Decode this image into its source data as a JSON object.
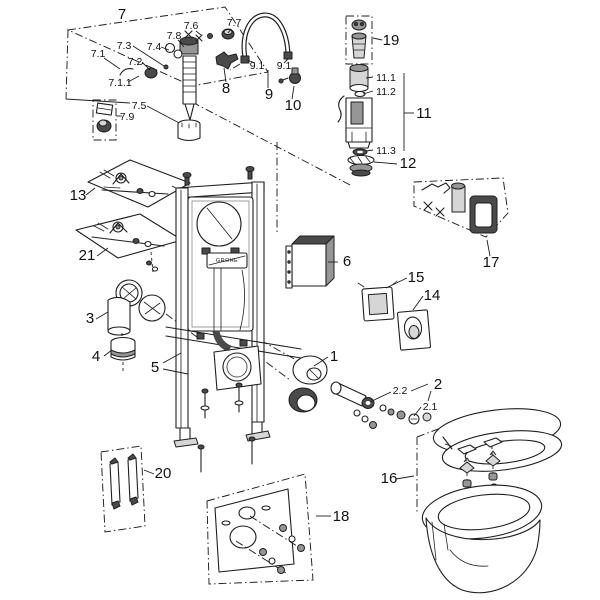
{
  "diagram": {
    "brand_plate": "GROHE",
    "labels": {
      "p7": "7",
      "p7_1": "7.1",
      "p7_1_1": "7.1.1",
      "p7_2": "7.2",
      "p7_3": "7.3",
      "p7_4": "7.4",
      "p7_5": "7.5",
      "p7_6": "7.6",
      "p7_7": "7.7",
      "p7_8": "7.8",
      "p7_9": "7.9",
      "p8": "8",
      "p9": "9",
      "p9_1a": "9.1",
      "p9_1b": "9.1",
      "p10": "10",
      "p19": "19",
      "p11": "11",
      "p11_1": "11.1",
      "p11_2": "11.2",
      "p11_3": "11.3",
      "p12": "12",
      "p13": "13",
      "p21": "21",
      "p3": "3",
      "p4": "4",
      "p5": "5",
      "p6": "6",
      "p15": "15",
      "p14": "14",
      "p17": "17",
      "p1": "1",
      "p2": "2",
      "p2_1": "2.1",
      "p2_2": "2.2",
      "p16": "16",
      "p20": "20",
      "p18": "18"
    },
    "colors": {
      "line": "#1f1f1f",
      "dark_fill": "#4a4a4a",
      "mid_fill": "#969696",
      "light_fill": "#d6d6d6",
      "background": "#ffffff"
    }
  }
}
